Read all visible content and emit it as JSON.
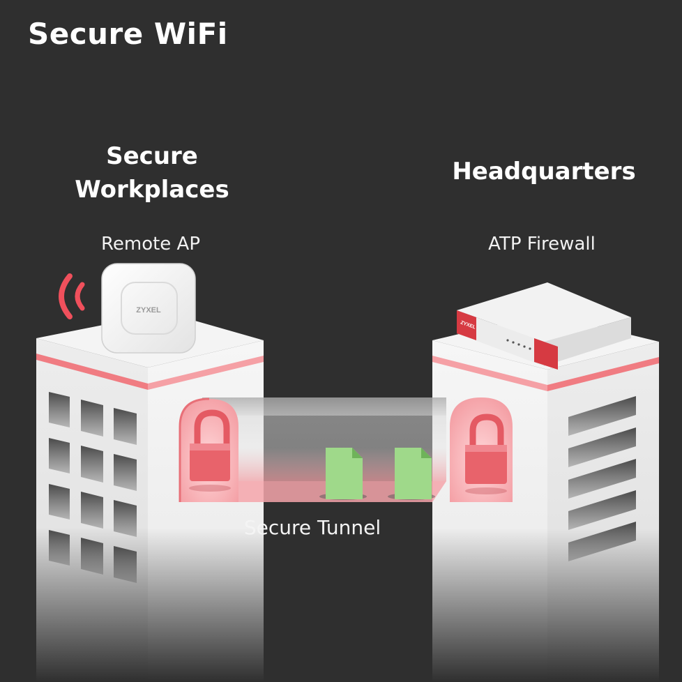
{
  "title": "Secure WiFi",
  "left_site": {
    "heading_line1": "Secure",
    "heading_line2": "Workplaces",
    "device_label": "Remote AP",
    "device_brand": "ZYXEL"
  },
  "right_site": {
    "heading": "Headquarters",
    "device_label": "ATP Firewall",
    "device_brand": "ZYXEL"
  },
  "tunnel": {
    "label": "Secure Tunnel"
  },
  "colors": {
    "background": "#2f2f2f",
    "building": "#ececec",
    "accent_pink": "#f07c82",
    "lock": "#e8636b",
    "file": "#9fd98a",
    "signal": "#f0505c"
  },
  "icons": [
    "wifi-signal-icon",
    "padlock-icon",
    "file-icon"
  ]
}
